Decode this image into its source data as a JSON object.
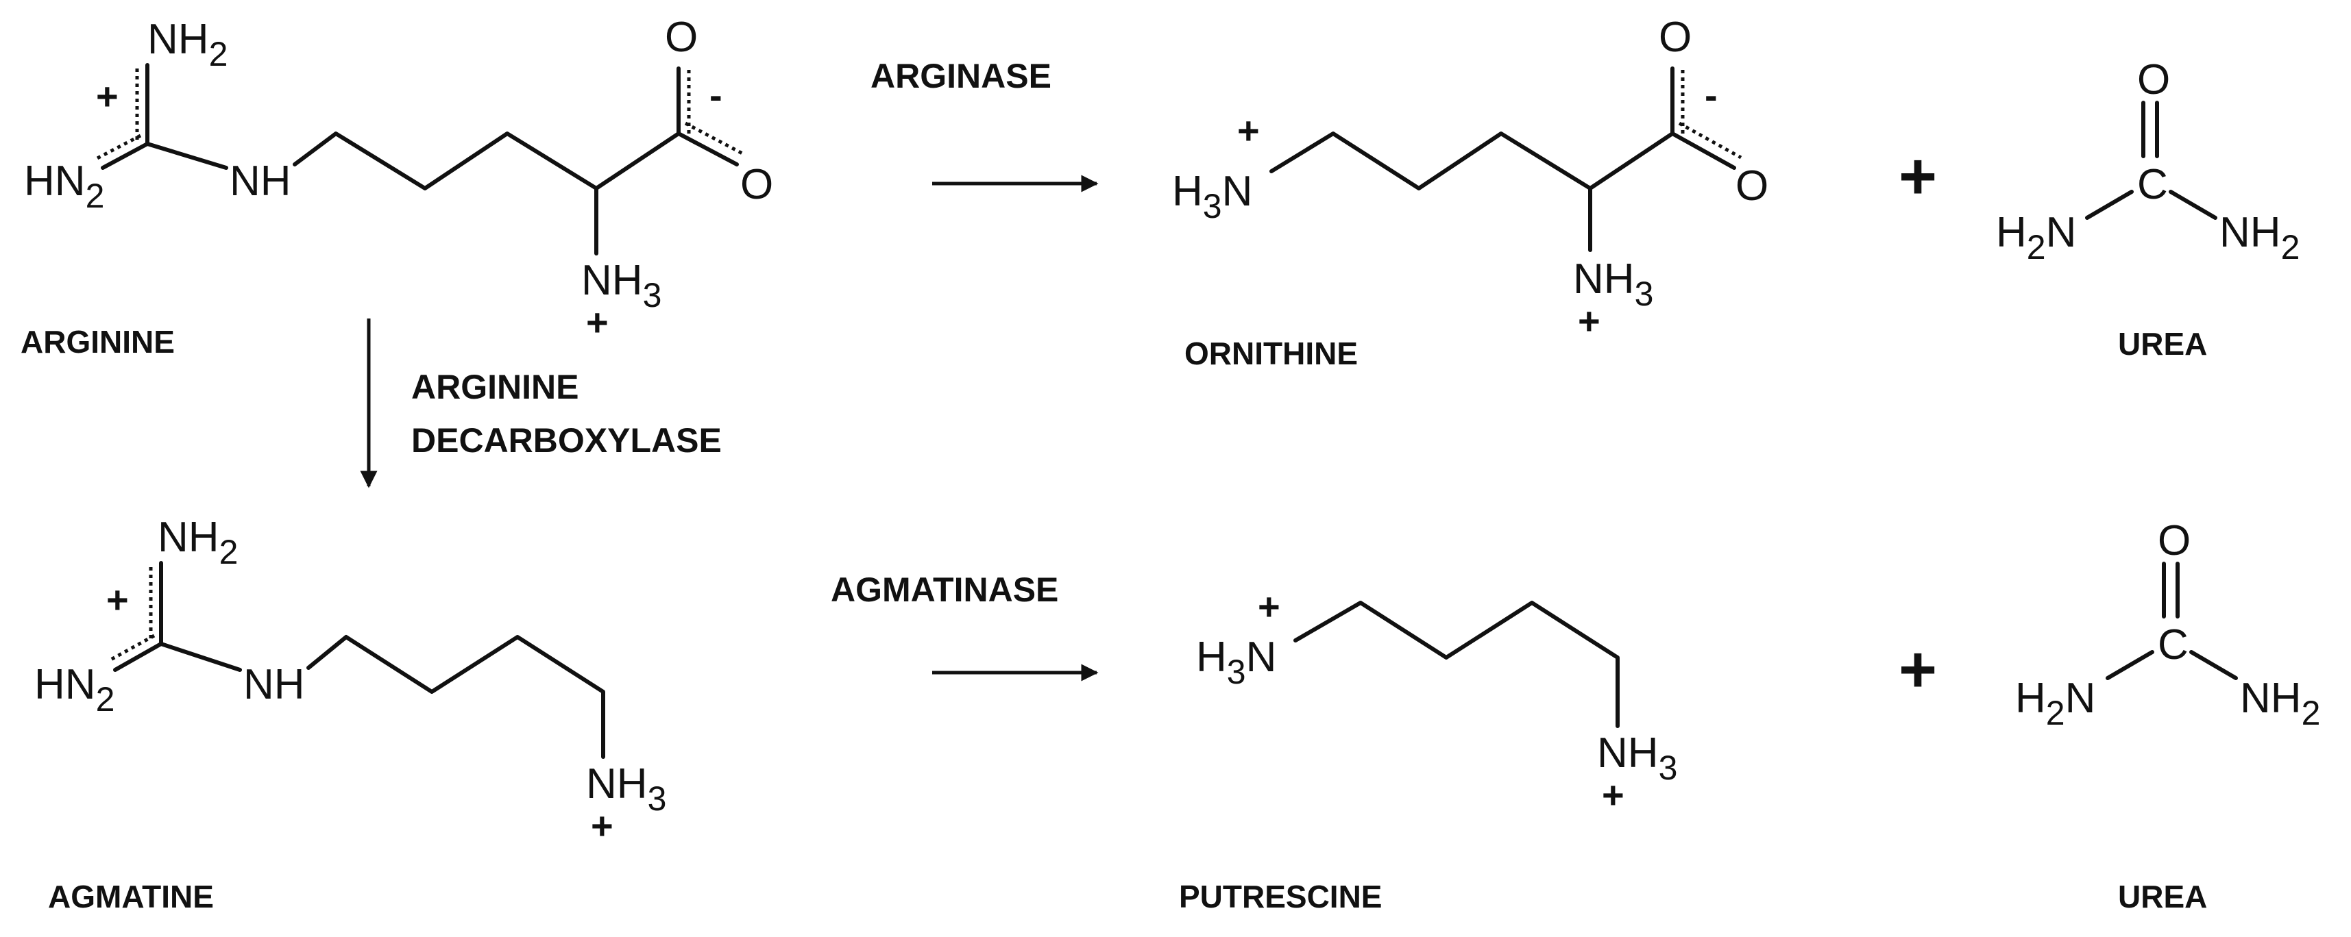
{
  "compounds": {
    "arginine": "ARGININE",
    "ornithine": "ORNITHINE",
    "urea_top": "UREA",
    "agmatine": "AGMATINE",
    "putrescine": "PUTRESCINE",
    "urea_bottom": "UREA"
  },
  "enzymes": {
    "arginase": "ARGINASE",
    "arginine_decarboxylase_line1": "ARGININE",
    "arginine_decarboxylase_line2": "DECARBOXYLASE",
    "agmatinase": "AGMATINASE"
  },
  "atoms": {
    "N": "N",
    "H": "H",
    "NH": "NH",
    "HN": "HN",
    "O": "O",
    "C": "C",
    "sub2": "2",
    "sub3": "3",
    "pos": "+",
    "neg": "-"
  },
  "operators": {
    "plus": "+"
  }
}
